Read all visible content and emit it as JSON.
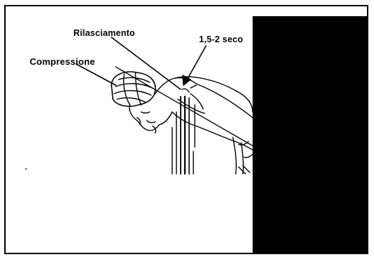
{
  "labels": {
    "release": "Rilasciamento",
    "compression": "Compressione",
    "timing": "1,5-2 seco"
  },
  "illustration": {
    "icon": "cpr-compression-illustration-icon",
    "ink_color": "#000000",
    "background_color": "#ffffff"
  },
  "redaction": {
    "color": "#000000"
  }
}
